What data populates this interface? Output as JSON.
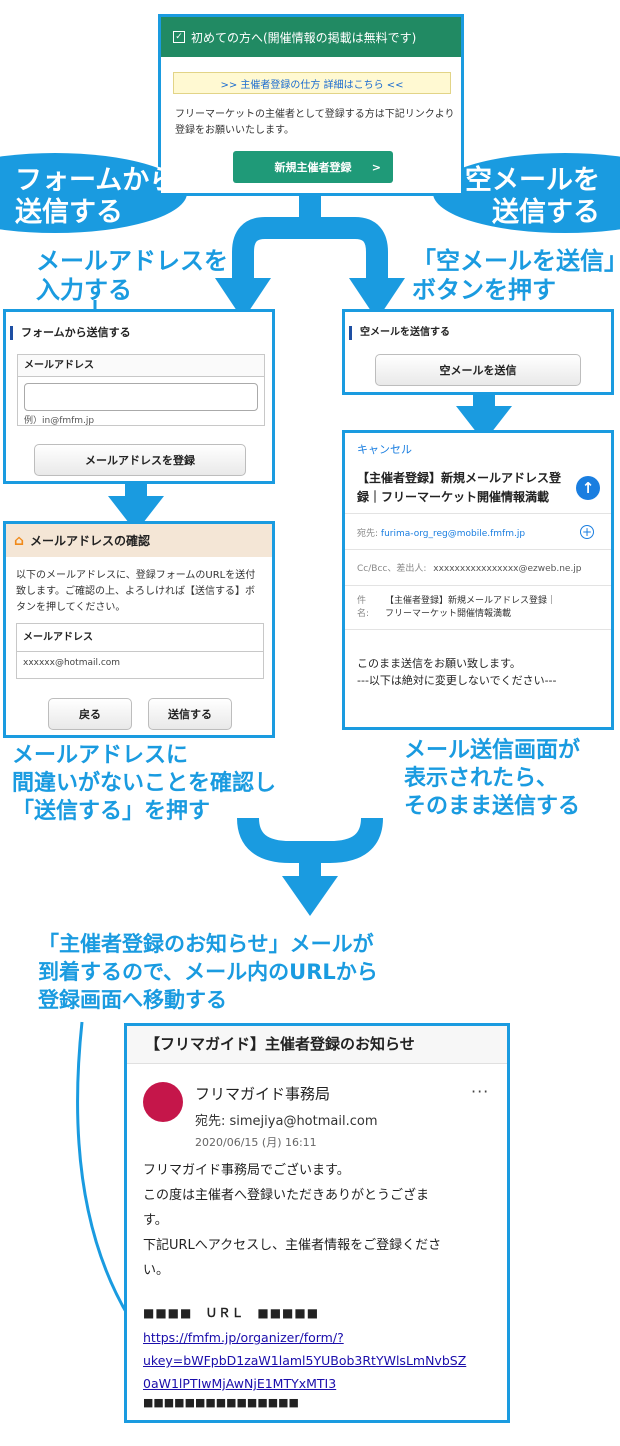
{
  "top_panel": {
    "header": "初めての方へ(開催情報の掲載は無料です)",
    "howto_link": ">> 主催者登録の仕方 詳細はこちら <<",
    "description": [
      "フリーマーケットの主催者として登録する方は下記リンクより",
      "登録をお願いいたします。"
    ],
    "register_button": "新規主催者登録",
    "register_chevron": ">"
  },
  "bubbles": {
    "left": [
      "フォームから",
      "送信する"
    ],
    "right": [
      "空メールを",
      "送信する"
    ]
  },
  "captions": {
    "left_top": [
      "メールアドレスを",
      "入力する"
    ],
    "right_top": [
      "「空メールを送信」",
      "ボタンを押す"
    ],
    "left_bottom": [
      "メールアドレスに",
      "間違いがないことを確認し",
      "「送信する」を押す"
    ],
    "right_bottom": [
      "メール送信画面が",
      "表示されたら、",
      "そのまま送信する"
    ],
    "center": [
      "「主催者登録のお知らせ」メールが",
      "到着するので、メール内のURLから",
      "登録画面へ移動する"
    ]
  },
  "form_panel": {
    "title": "フォームから送信する",
    "field_label": "メールアドレス",
    "example": "例）in@fmfm.jp",
    "submit_button": "メールアドレスを登録"
  },
  "empty_mail_panel": {
    "title": "空メールを送信する",
    "button": "空メールを送信"
  },
  "mail_compose": {
    "cancel": "キャンセル",
    "subject_lines": [
      "【主催者登録】新規メールアドレス登",
      "録｜フリーマーケット開催情報満載"
    ],
    "to_label": "宛先:",
    "to_value": "furima-org_reg@mobile.fmfm.jp",
    "cc_label": "Cc/Bcc、差出人:",
    "cc_value": "xxxxxxxxxxxxxxxx@ezweb.ne.jp",
    "subject_label": "件名:",
    "subject_value": [
      "【主催者登録】新規メールアドレス登録｜",
      "フリーマーケット開催情報満載"
    ],
    "body": [
      "このまま送信をお願い致します。",
      "---以下は絶対に変更しないでください---"
    ]
  },
  "confirm_panel": {
    "title": "メールアドレスの確認",
    "description": [
      "以下のメールアドレスに、登録フォームのURLを送付",
      "致します。ご確認の上、よろしければ【送信する】ボ",
      "タンを押してください。"
    ],
    "field_label": "メールアドレス",
    "field_value": "xxxxxx@hotmail.com",
    "back_button": "戻る",
    "send_button": "送信する"
  },
  "email": {
    "subject": "【フリマガイド】主催者登録のお知らせ",
    "sender": "フリマガイド事務局",
    "more": "···",
    "to": "宛先: simejiya@hotmail.com",
    "date": "2020/06/15 (月) 16:11",
    "body": [
      "フリマガイド事務局でございます。",
      "この度は主催者へ登録いただきありがとうござま",
      "す。",
      "下記URLへアクセスし、主催者情報をご登録くださ",
      "い。"
    ],
    "url_header": "■■■■　ＵＲＬ　■■■■■",
    "url": [
      "https://fmfm.jp/organizer/form/?",
      "ukey=bWFpbD1zaW1laml5YUBob3RtYWlsLmNvbSZ",
      "0aW1lPTIwMjAwNjE1MTYxMTI3"
    ],
    "url_footer": "■■■■■■■■■■■■■■■"
  },
  "colors": {
    "accent": "#1a9be0",
    "header_green": "#218a63",
    "button_green": "#1f9a78",
    "confirm_header_bg": "#f4e6d6",
    "avatar": "#c5164a",
    "link": "#1a0dab"
  }
}
